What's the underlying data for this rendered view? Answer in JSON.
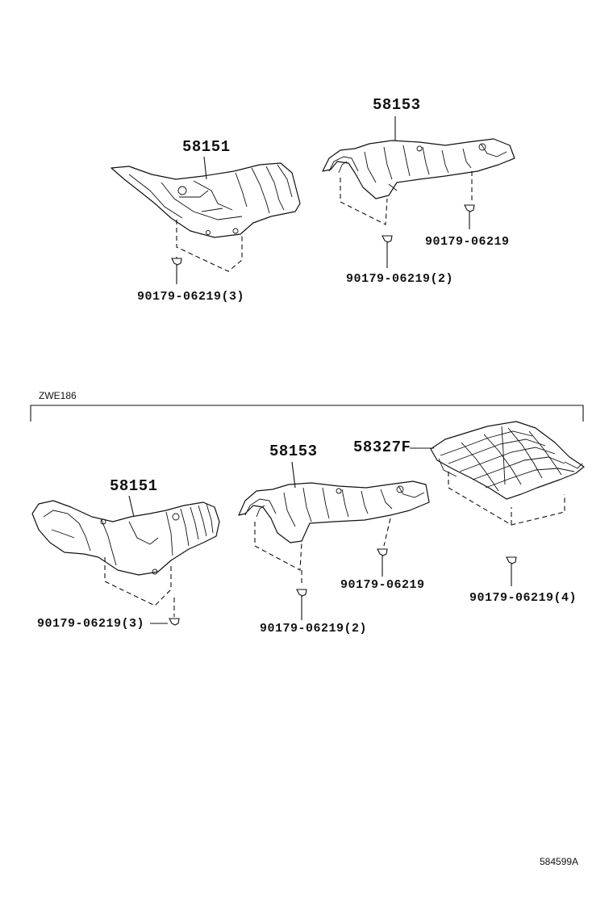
{
  "upper_group": {
    "part_58151": "58151",
    "part_58153": "58153",
    "clip_58151": "90179-06219(3)",
    "clip_58153_a": "90179-06219(2)",
    "clip_58153_b": "90179-06219"
  },
  "lower_group": {
    "variant_label": "ZWE186",
    "part_58151": "58151",
    "part_58153": "58153",
    "part_58327": "58327F",
    "clip_58151": "90179-06219(3)",
    "clip_58153_a": "90179-06219(2)",
    "clip_58153_b": "90179-06219",
    "clip_58327": "90179-06219(4)"
  },
  "figure_id": "584599A"
}
